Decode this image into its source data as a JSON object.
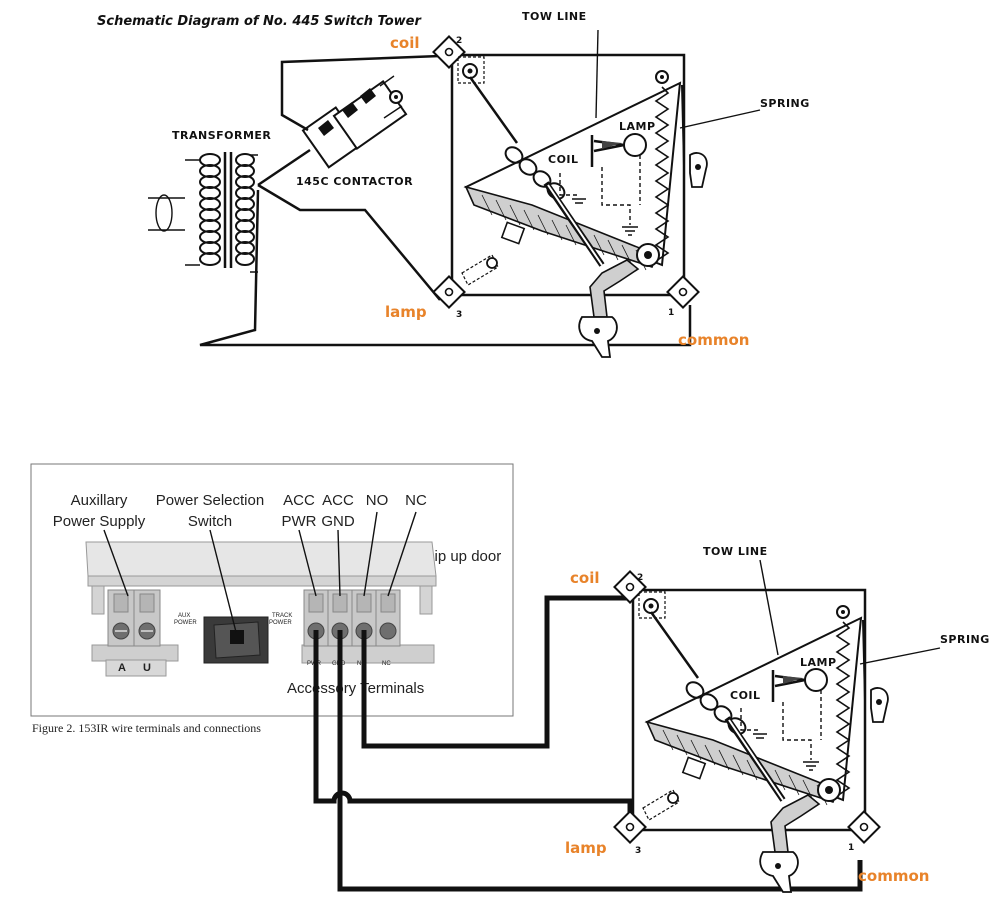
{
  "top_diagram": {
    "title": "Schematic Diagram of No. 445 Switch Tower",
    "tow_line": "TOW LINE",
    "spring": "SPRING",
    "lamp_label": "LAMP",
    "coil_label": "COIL",
    "transformer": "TRANSFORMER",
    "contactor": "145C CONTACTOR",
    "terminal_2": "2",
    "terminal_3": "3",
    "terminal_1": "1",
    "coil": "coil",
    "lamp": "lamp",
    "common": "common"
  },
  "panel": {
    "aux_power_1": "Auxillary",
    "aux_power_2": "Power Supply",
    "power_sel_1": "Power Selection",
    "power_sel_2": "Switch",
    "acc_pwr_1": "ACC",
    "acc_pwr_2": "PWR",
    "acc_gnd_1": "ACC",
    "acc_gnd_2": "GND",
    "no": "NO",
    "nc": "NC",
    "flip_up_door": "Flip up door",
    "aux_power_small_1": "AUX",
    "aux_power_small_2": "POWER",
    "track_power_1": "TRACK",
    "track_power_2": "POWER",
    "a": "A",
    "u": "U",
    "pwr_small": "PWR",
    "gnd_small": "GND",
    "no_small": "NO",
    "nc_small": "NC",
    "accessory_terminals": "Accessory Terminals",
    "caption": "Figure 2. 153IR wire terminals and connections"
  },
  "bottom_diagram": {
    "tow_line": "TOW LINE",
    "spring": "SPRING",
    "lamp_label": "LAMP",
    "coil_label": "COIL",
    "terminal_2": "2",
    "terminal_3": "3",
    "terminal_1": "1",
    "coil": "coil",
    "lamp": "lamp",
    "common": "common"
  },
  "colors": {
    "annotation_orange": "#e8832a",
    "ink": "#111111",
    "panel_gray": "#c8c8c8"
  }
}
